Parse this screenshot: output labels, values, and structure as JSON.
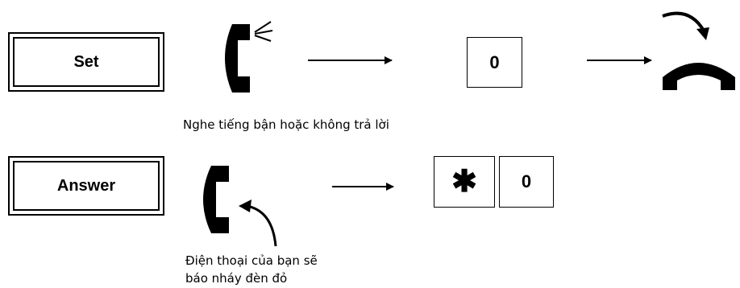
{
  "set_row": {
    "mode_label": "Set",
    "key": "0",
    "caption": "Nghe tiếng bận hoặc không trả lời"
  },
  "answer_row": {
    "mode_label": "Answer",
    "keys": [
      "✱",
      "0"
    ],
    "caption_lines": [
      "Điện thoại của bạn sẽ",
      "báo nháy đèn đỏ"
    ]
  },
  "icons": {
    "handset_sound": "handset-with-sound-icon",
    "hang_up": "hang-up-handset-icon",
    "handset_ringing": "handset-icon",
    "arrows": "right-arrow-icon"
  }
}
